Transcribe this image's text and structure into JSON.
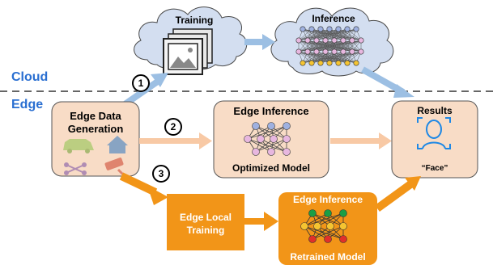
{
  "regions": {
    "cloud": "Cloud",
    "edge": "Edge"
  },
  "nodes": {
    "training": "Training",
    "inference": "Inference",
    "edge_data_line1": "Edge Data",
    "edge_data_line2": "Generation",
    "edge_inference_top": "Edge Inference",
    "optimized_model": "Optimized Model",
    "results": "Results",
    "face_label": "“Face”",
    "edge_local_line1": "Edge Local",
    "edge_local_line2": "Training",
    "edge_inference_bottom": "Edge Inference",
    "retrained_model": "Retrained Model"
  },
  "steps": [
    "1",
    "2",
    "3"
  ],
  "colors": {
    "region_text": "#2a6fd1",
    "cloud_fill": "#d3def0",
    "peach_fill": "#f8dcc6",
    "orange_fill": "#f29518",
    "blue_arrow": "#9cbfe3",
    "peach_arrow": "#f8c9a5",
    "orange_arrow": "#f29518",
    "neuron_blue": "#9fb1e0",
    "neuron_pink": "#e7b7df",
    "neuron_green": "#1a9e45",
    "neuron_red": "#e0302a",
    "neuron_yellow": "#f5c431"
  },
  "icons": [
    "cloud-icon",
    "image-stack-icon",
    "neural-network-icon",
    "face-scan-icon",
    "car-icon",
    "smart-home-icon",
    "drone-icon",
    "camera-icon"
  ]
}
